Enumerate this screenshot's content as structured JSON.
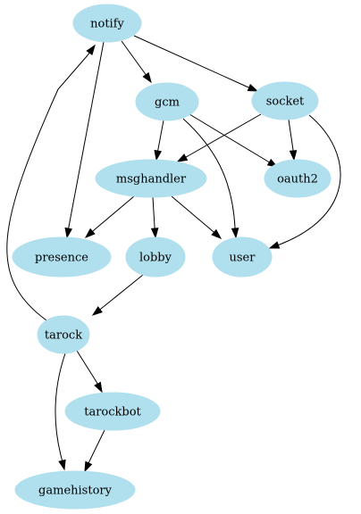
{
  "graph": {
    "node_color": "#b0dfed",
    "edge_color": "#000000",
    "nodes": [
      {
        "id": "notify",
        "label": "notify"
      },
      {
        "id": "gcm",
        "label": "gcm"
      },
      {
        "id": "socket",
        "label": "socket"
      },
      {
        "id": "msghandler",
        "label": "msghandler"
      },
      {
        "id": "oauth2",
        "label": "oauth2"
      },
      {
        "id": "presence",
        "label": "presence"
      },
      {
        "id": "lobby",
        "label": "lobby"
      },
      {
        "id": "user",
        "label": "user"
      },
      {
        "id": "tarock",
        "label": "tarock"
      },
      {
        "id": "tarockbot",
        "label": "tarockbot"
      },
      {
        "id": "gamehistory",
        "label": "gamehistory"
      }
    ],
    "edges": [
      {
        "from": "notify",
        "to": "gcm"
      },
      {
        "from": "notify",
        "to": "socket"
      },
      {
        "from": "notify",
        "to": "presence"
      },
      {
        "from": "gcm",
        "to": "msghandler"
      },
      {
        "from": "gcm",
        "to": "oauth2"
      },
      {
        "from": "gcm",
        "to": "user"
      },
      {
        "from": "socket",
        "to": "msghandler"
      },
      {
        "from": "socket",
        "to": "oauth2"
      },
      {
        "from": "socket",
        "to": "user"
      },
      {
        "from": "msghandler",
        "to": "presence"
      },
      {
        "from": "msghandler",
        "to": "lobby"
      },
      {
        "from": "msghandler",
        "to": "user"
      },
      {
        "from": "lobby",
        "to": "tarock"
      },
      {
        "from": "tarock",
        "to": "notify"
      },
      {
        "from": "tarock",
        "to": "tarockbot"
      },
      {
        "from": "tarock",
        "to": "gamehistory"
      },
      {
        "from": "tarockbot",
        "to": "gamehistory"
      }
    ]
  }
}
